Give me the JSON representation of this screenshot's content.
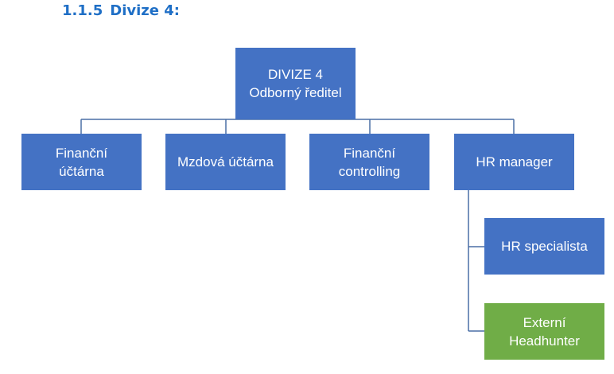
{
  "heading": {
    "number": "1.1.5",
    "title": "Divize 4:"
  },
  "org_chart": {
    "root": {
      "line1": "DIVIZE 4",
      "line2": "Odborný ředitel"
    },
    "departments": [
      {
        "line1": "Finanční",
        "line2": "účtárna"
      },
      {
        "line1": "Mzdová účtárna"
      },
      {
        "line1": "Finanční",
        "line2": "controlling"
      },
      {
        "line1": "HR manager"
      }
    ],
    "hr_subordinates": [
      {
        "line1": "HR specialista"
      },
      {
        "line1": "Externí",
        "line2": "Headhunter",
        "color": "#70ad47"
      }
    ],
    "colors": {
      "box": "#4472c4",
      "external_box": "#70ad47",
      "connector": "#4a6fa5",
      "heading": "#1f6fc6"
    }
  }
}
